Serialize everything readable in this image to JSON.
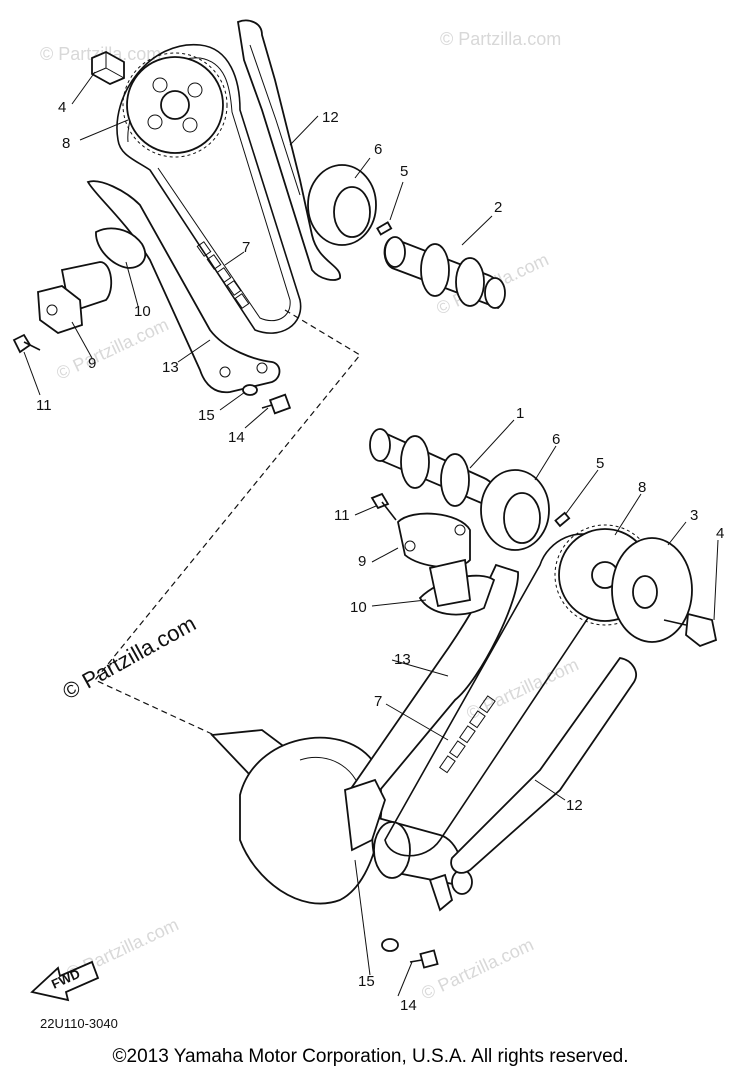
{
  "callouts_upper": [
    {
      "id": "u4",
      "label": "4"
    },
    {
      "id": "u8",
      "label": "8"
    },
    {
      "id": "u12",
      "label": "12"
    },
    {
      "id": "u6",
      "label": "6"
    },
    {
      "id": "u5",
      "label": "5"
    },
    {
      "id": "u2",
      "label": "2"
    },
    {
      "id": "u7",
      "label": "7"
    },
    {
      "id": "u10",
      "label": "10"
    },
    {
      "id": "u9",
      "label": "9"
    },
    {
      "id": "u13",
      "label": "13"
    },
    {
      "id": "u11",
      "label": "11"
    },
    {
      "id": "u15",
      "label": "15"
    },
    {
      "id": "u14",
      "label": "14"
    }
  ],
  "callouts_lower": [
    {
      "id": "l1",
      "label": "1"
    },
    {
      "id": "l6",
      "label": "6"
    },
    {
      "id": "l5",
      "label": "5"
    },
    {
      "id": "l8",
      "label": "8"
    },
    {
      "id": "l3",
      "label": "3"
    },
    {
      "id": "l4",
      "label": "4"
    },
    {
      "id": "l11",
      "label": "11"
    },
    {
      "id": "l9",
      "label": "9"
    },
    {
      "id": "l10",
      "label": "10"
    },
    {
      "id": "l13",
      "label": "13"
    },
    {
      "id": "l7",
      "label": "7"
    },
    {
      "id": "l12",
      "label": "12"
    },
    {
      "id": "l15",
      "label": "15"
    },
    {
      "id": "l14",
      "label": "14"
    }
  ],
  "watermark_small": "© Partzilla.com",
  "watermark_main": "© Partzilla.com",
  "fwd_label": "FWD",
  "diagram_code": "22U110-3040",
  "copyright": "©2013  Yamaha Motor Corporation, U.S.A. All rights reserved."
}
